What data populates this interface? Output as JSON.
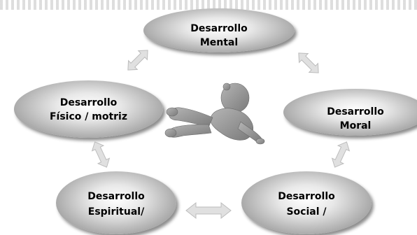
{
  "nodes": {
    "mental": {
      "line1": "Desarrollo",
      "line2": "Mental"
    },
    "fisico": {
      "line1": "Desarrollo",
      "line2": "Físico / motriz"
    },
    "moral": {
      "line1": "Desarrollo",
      "line2": "Moral"
    },
    "espiritual": {
      "line1": "Desarrollo",
      "line2": "Espiritual/"
    },
    "social": {
      "line1": "Desarrollo",
      "line2": "Social /"
    }
  },
  "colors": {
    "ellipse_light": "#ffffff",
    "ellipse_dark": "#6e6e6e",
    "arrow": "#d9d9d9",
    "baby": "#8a8a8a"
  },
  "icons": [
    "baby-silhouette-icon",
    "double-arrow-icon"
  ]
}
